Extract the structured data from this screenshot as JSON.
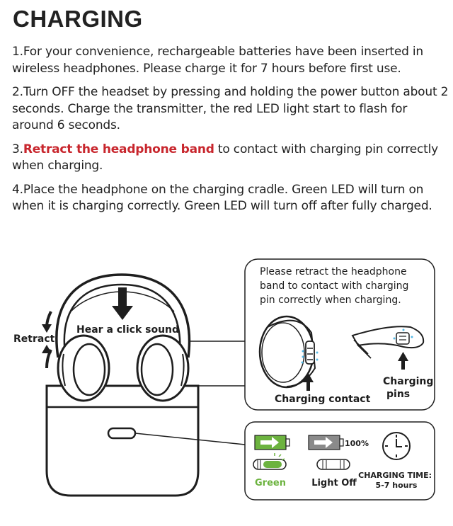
{
  "title": "CHARGING",
  "steps": [
    {
      "text": "1.For your convenience, rechargeable batteries have been inserted in wireless headphones. Please charge it for 7 hours before first use."
    },
    {
      "text": "2.Turn OFF the headset by pressing and holding the power button about 2 seconds. Charge the transmitter, the red LED light start to flash for around 6 seconds."
    },
    {
      "prefix": "3.",
      "highlight": "Retract the headphone band",
      "rest": " to contact with charging pin correctly when charging."
    },
    {
      "text": "4.Place the headphone on the charging cradle. Green LED will turn on when it is charging correctly. Green LED will turn off after fully charged."
    }
  ],
  "diagram": {
    "retract_label": "Retract",
    "click_label": "Hear a click sound",
    "callout_lines": [
      "Please retract the headphone",
      "band to contact with charging",
      "pin correctly when charging."
    ],
    "charging_contact": "Charging contact",
    "charging_pins_lines": [
      "Charging",
      "pins"
    ],
    "green_label": "Green",
    "light_off_label": "Light Off",
    "percent_label": "100%",
    "charging_time_lines": [
      "CHARGING TIME:",
      "5-7 hours"
    ]
  },
  "colors": {
    "highlight": "#c8262d",
    "green": "#6cb33f"
  }
}
